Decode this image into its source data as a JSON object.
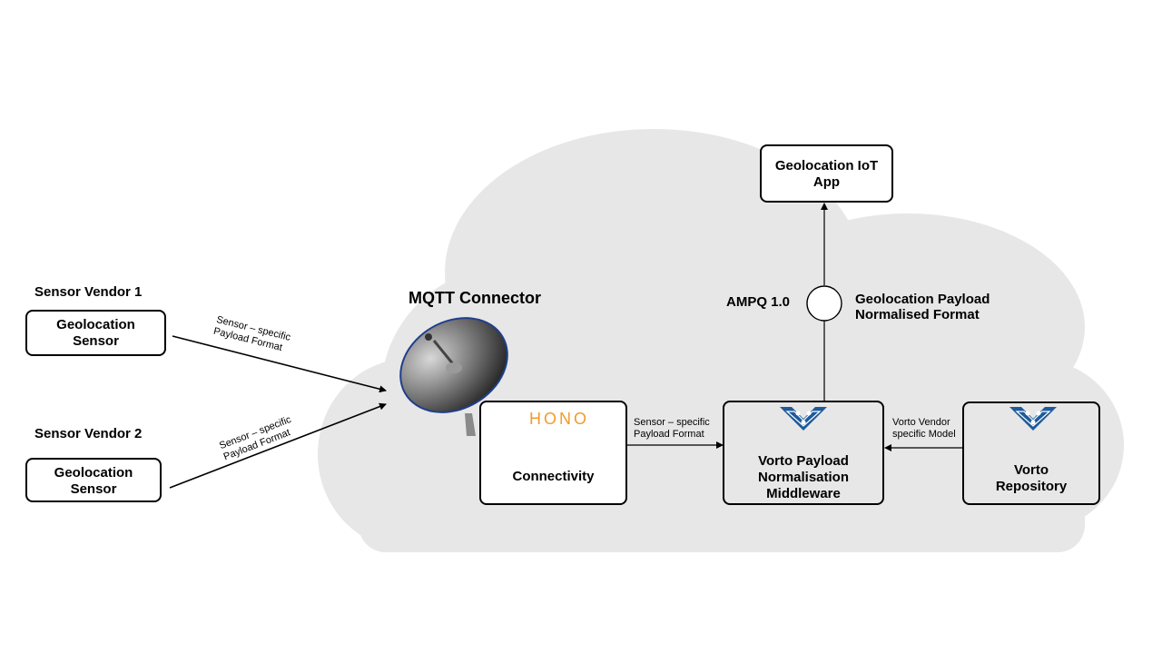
{
  "vendor1": {
    "title": "Sensor Vendor 1",
    "box_line1": "Geolocation",
    "box_line2": "Sensor"
  },
  "vendor2": {
    "title": "Sensor Vendor 2",
    "box_line1": "Geolocation",
    "box_line2": "Sensor"
  },
  "edge_label_1": {
    "line1": "Sensor – specific",
    "line2": "Payload Format"
  },
  "edge_label_2": {
    "line1": "Sensor – specific",
    "line2": "Payload Format"
  },
  "mqtt": {
    "title": "MQTT Connector",
    "icon": "satellite-dish-icon"
  },
  "hono": {
    "logo_text": "HONO",
    "label": "Connectivity"
  },
  "edge_label_3": {
    "line1": "Sensor – specific",
    "line2": "Payload Format"
  },
  "vorto_middleware": {
    "line1": "Vorto Payload",
    "line2": "Normalisation",
    "line3": "Middleware"
  },
  "edge_label_4": {
    "line1": "Vorto Vendor",
    "line2": "specific Model"
  },
  "vorto_repository": {
    "line1": "Vorto",
    "line2": "Repository"
  },
  "ampq": {
    "label": "AMPQ 1.0"
  },
  "normalised": {
    "line1": "Geolocation Payload",
    "line2": "Normalised Format"
  },
  "iot_app": {
    "line1": "Geolocation IoT",
    "line2": "App"
  },
  "colors": {
    "cloud": "#e7e7e7",
    "hono_orange": "#f39a2b",
    "vorto_blue": "#1e5a9a"
  }
}
